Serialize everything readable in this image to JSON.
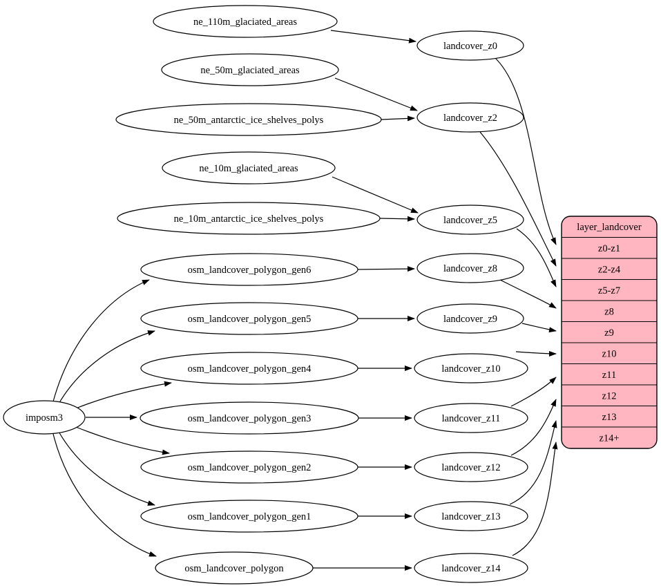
{
  "diagram": {
    "nodes": {
      "imposm3": "imposm3",
      "ne_110m_glaciated_areas": "ne_110m_glaciated_areas",
      "ne_50m_glaciated_areas": "ne_50m_glaciated_areas",
      "ne_50m_antarctic_ice_shelves_polys": "ne_50m_antarctic_ice_shelves_polys",
      "ne_10m_glaciated_areas": "ne_10m_glaciated_areas",
      "ne_10m_antarctic_ice_shelves_polys": "ne_10m_antarctic_ice_shelves_polys",
      "osm_landcover_polygon_gen6": "osm_landcover_polygon_gen6",
      "osm_landcover_polygon_gen5": "osm_landcover_polygon_gen5",
      "osm_landcover_polygon_gen4": "osm_landcover_polygon_gen4",
      "osm_landcover_polygon_gen3": "osm_landcover_polygon_gen3",
      "osm_landcover_polygon_gen2": "osm_landcover_polygon_gen2",
      "osm_landcover_polygon_gen1": "osm_landcover_polygon_gen1",
      "osm_landcover_polygon": "osm_landcover_polygon",
      "landcover_z0": "landcover_z0",
      "landcover_z2": "landcover_z2",
      "landcover_z5": "landcover_z5",
      "landcover_z8": "landcover_z8",
      "landcover_z9": "landcover_z9",
      "landcover_z10": "landcover_z10",
      "landcover_z11": "landcover_z11",
      "landcover_z12": "landcover_z12",
      "landcover_z13": "landcover_z13",
      "landcover_z14": "landcover_z14"
    },
    "table": {
      "title": "layer_landcover",
      "rows": [
        "z0-z1",
        "z2-z4",
        "z5-z7",
        "z8",
        "z9",
        "z10",
        "z11",
        "z12",
        "z13",
        "z14+"
      ],
      "fill": "#ffb6c1"
    },
    "colors": {
      "node_fill": "#ffffff",
      "stroke": "#000000",
      "table_fill": "#ffb6c1"
    },
    "edges": [
      {
        "from": "imposm3",
        "to": "osm_landcover_polygon_gen6"
      },
      {
        "from": "imposm3",
        "to": "osm_landcover_polygon_gen5"
      },
      {
        "from": "imposm3",
        "to": "osm_landcover_polygon_gen4"
      },
      {
        "from": "imposm3",
        "to": "osm_landcover_polygon_gen3"
      },
      {
        "from": "imposm3",
        "to": "osm_landcover_polygon_gen2"
      },
      {
        "from": "imposm3",
        "to": "osm_landcover_polygon_gen1"
      },
      {
        "from": "imposm3",
        "to": "osm_landcover_polygon"
      },
      {
        "from": "ne_110m_glaciated_areas",
        "to": "landcover_z0"
      },
      {
        "from": "ne_50m_glaciated_areas",
        "to": "landcover_z2"
      },
      {
        "from": "ne_50m_antarctic_ice_shelves_polys",
        "to": "landcover_z2"
      },
      {
        "from": "ne_10m_glaciated_areas",
        "to": "landcover_z5"
      },
      {
        "from": "ne_10m_antarctic_ice_shelves_polys",
        "to": "landcover_z5"
      },
      {
        "from": "osm_landcover_polygon_gen6",
        "to": "landcover_z8"
      },
      {
        "from": "osm_landcover_polygon_gen5",
        "to": "landcover_z9"
      },
      {
        "from": "osm_landcover_polygon_gen4",
        "to": "landcover_z10"
      },
      {
        "from": "osm_landcover_polygon_gen3",
        "to": "landcover_z11"
      },
      {
        "from": "osm_landcover_polygon_gen2",
        "to": "landcover_z12"
      },
      {
        "from": "osm_landcover_polygon_gen1",
        "to": "landcover_z13"
      },
      {
        "from": "osm_landcover_polygon",
        "to": "landcover_z14"
      },
      {
        "from": "landcover_z0",
        "to": "z0-z1"
      },
      {
        "from": "landcover_z2",
        "to": "z2-z4"
      },
      {
        "from": "landcover_z5",
        "to": "z5-z7"
      },
      {
        "from": "landcover_z8",
        "to": "z8"
      },
      {
        "from": "landcover_z9",
        "to": "z9"
      },
      {
        "from": "landcover_z10",
        "to": "z10"
      },
      {
        "from": "landcover_z11",
        "to": "z11"
      },
      {
        "from": "landcover_z12",
        "to": "z12"
      },
      {
        "from": "landcover_z13",
        "to": "z13"
      },
      {
        "from": "landcover_z14",
        "to": "z14+"
      }
    ]
  }
}
